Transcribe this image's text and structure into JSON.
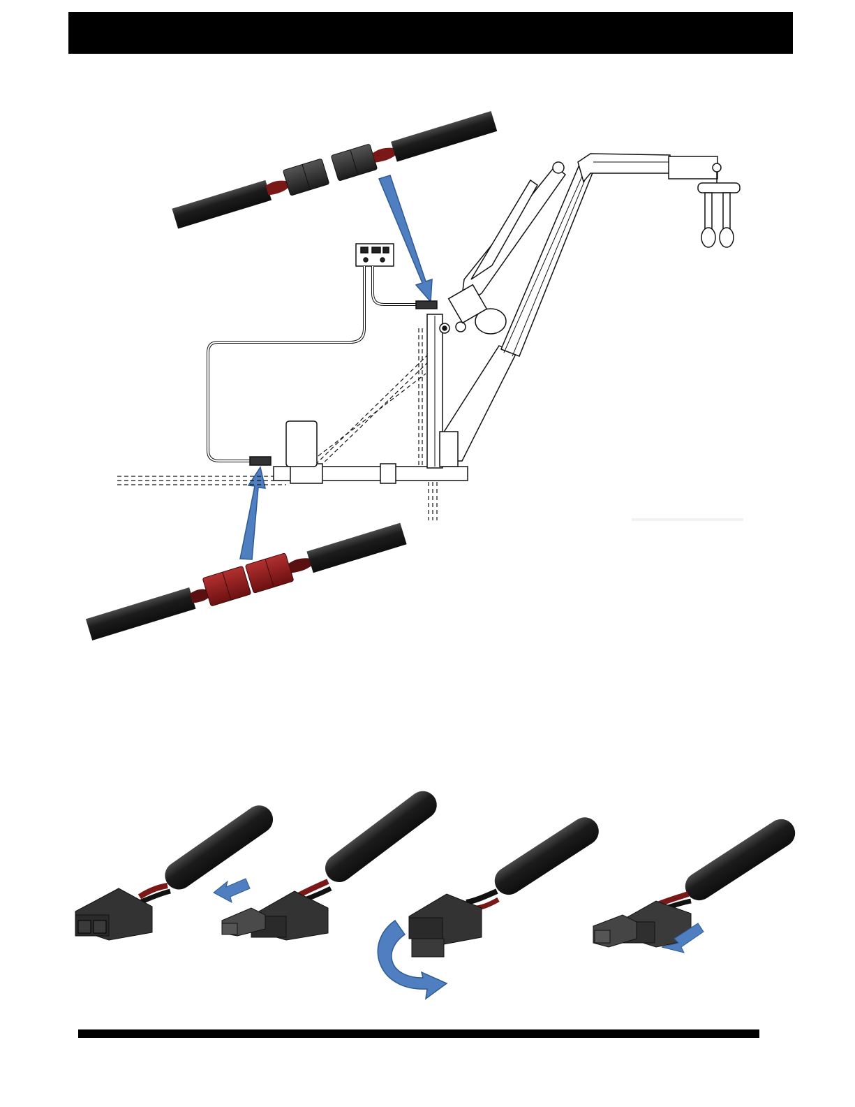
{
  "header": {
    "title": ""
  },
  "footer": {
    "link_text": ""
  },
  "colors": {
    "header_bg": "#000000",
    "arrow": "#4f7fc0",
    "arrow_outline": "#2e5a92",
    "connector_red": "#8e1c1c",
    "connector_dark": "#2e2e2e",
    "cable": "#1f1f1f"
  },
  "figures": [
    {
      "name": "lift-assembly-diagram",
      "description_icon": "boom-lift-icon"
    },
    {
      "name": "black-connector-closeup",
      "description_icon": "black-connector-icon"
    },
    {
      "name": "red-connector-closeup",
      "description_icon": "red-connector-icon"
    },
    {
      "name": "connector-step-1",
      "description_icon": "connector-pair-icon"
    },
    {
      "name": "connector-step-2",
      "description_icon": "connector-slide-icon"
    },
    {
      "name": "connector-step-3",
      "description_icon": "connector-rotate-icon"
    },
    {
      "name": "connector-step-4",
      "description_icon": "connector-join-icon"
    }
  ]
}
